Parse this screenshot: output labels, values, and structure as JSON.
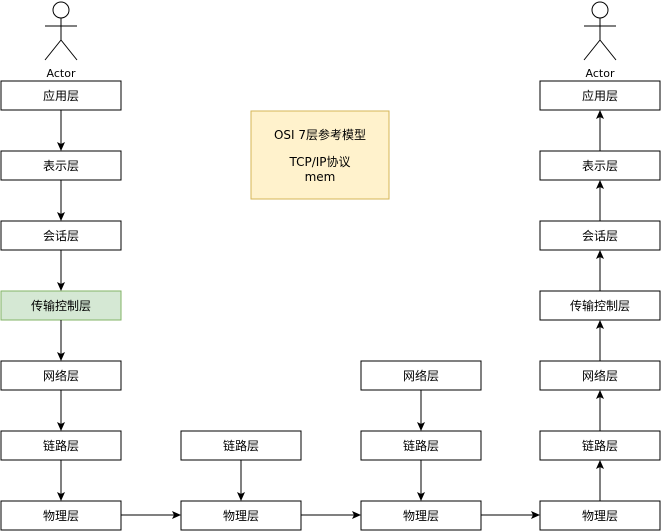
{
  "actors": {
    "left": "Actor",
    "right": "Actor"
  },
  "note": {
    "line1": "OSI 7层参考模型",
    "line2": "TCP/IP协议",
    "line3": "mem",
    "fill": "#fff2cc",
    "stroke": "#d6b656"
  },
  "stack_left": {
    "application": "应用层",
    "presentation": "表示层",
    "session": "会话层",
    "transport": "传输控制层",
    "network": "网络层",
    "link": "链路层",
    "physical": "物理层",
    "transport_fill": "#d5e8d4",
    "transport_stroke": "#82b366"
  },
  "relay_1": {
    "link": "链路层",
    "physical": "物理层"
  },
  "relay_2": {
    "network": "网络层",
    "link": "链路层",
    "physical": "物理层"
  },
  "stack_right": {
    "application": "应用层",
    "presentation": "表示层",
    "session": "会话层",
    "transport": "传输控制层",
    "network": "网络层",
    "link": "链路层",
    "physical": "物理层"
  }
}
